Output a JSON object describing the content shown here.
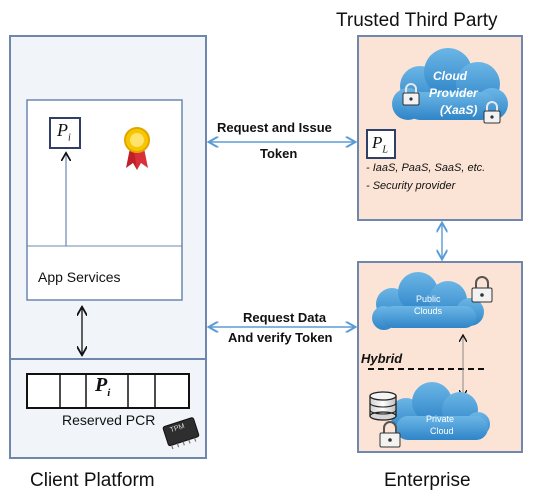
{
  "titles": {
    "trusted_third_party": "Trusted  Third Party",
    "client_platform": "Client Platform",
    "enterprise": "Enterprise"
  },
  "client": {
    "pi_label": "P",
    "pi_sub": "i",
    "app_services": "App Services",
    "pcr_pi_label": "P",
    "pcr_pi_sub": "i",
    "reserved_pcr": "Reserved PCR",
    "tpm_chip": "TPM"
  },
  "ttp": {
    "cloud_provider_line1": "Cloud",
    "cloud_provider_line2": "Provider",
    "cloud_provider_line3": "(XaaS)",
    "pl_label": "P",
    "pl_sub": "L",
    "bullet1": "- IaaS,  PaaS, SaaS, etc.",
    "bullet2": "- Security provider"
  },
  "enterprise_box": {
    "public_clouds_line1": "Public",
    "public_clouds_line2": "Clouds",
    "hybrid": "Hybrid",
    "private_cloud_line1": "Private",
    "private_cloud_line2": "Cloud"
  },
  "arrows": {
    "request_issue_line1": "Request and Issue",
    "request_issue_line2": "Token",
    "request_data_line1": "Request Data",
    "request_data_line2": "And verify Token"
  },
  "colors": {
    "panel_border": "#6f87ad",
    "client_fill": "#f1f4f8",
    "ttp_fill": "#fbe4d6",
    "cloud_blue": "#4a9fd6",
    "arrow_blue": "#5b9bd5"
  }
}
